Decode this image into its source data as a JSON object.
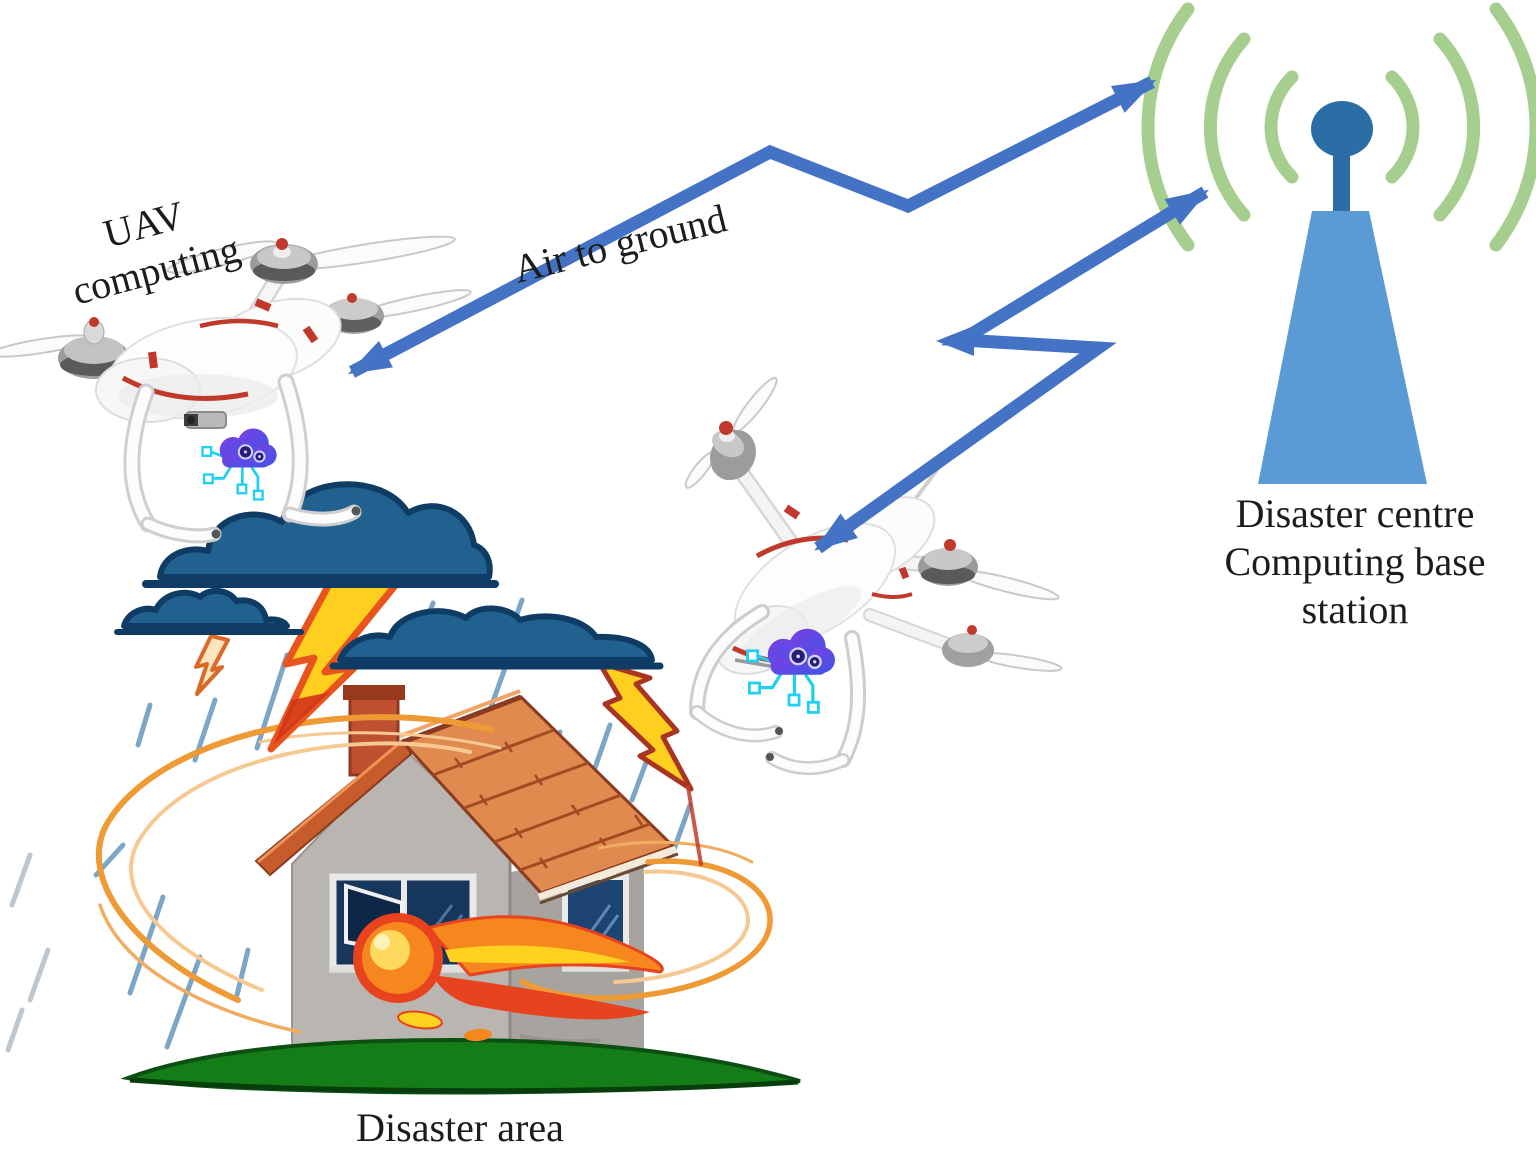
{
  "figure": {
    "labels": {
      "uav": {
        "line1": "UAV",
        "line2": "computing"
      },
      "air_to_ground": "Air to ground",
      "base_station": {
        "line1": "Disaster centre",
        "line2": "Computing base",
        "line3": "station"
      },
      "disaster_area": "Disaster area"
    },
    "links": [
      {
        "from": "uav-computing-drone",
        "to": "disaster-centre-base-station",
        "label": "Air to ground",
        "bidirectional": true
      },
      {
        "from": "relay-uav-drone",
        "to": "disaster-centre-base-station",
        "label": "",
        "bidirectional": true
      }
    ],
    "colors": {
      "arrow": "#4472c4",
      "tower": "#5b9bd5",
      "antenna_top": "#2b6da5",
      "signal_arc": "#a6cf8f",
      "storm_cloud": "#20618f",
      "cloud_outline": "#0f3c64",
      "lightning": "#ffcf1f",
      "lightning_outline": "#e8541d",
      "grass": "#157d17",
      "roof": "#e18a50",
      "wall": "#b9b5b1",
      "window": "#16365c",
      "swirl": "#ee9a35",
      "fire": "#f6871f",
      "compute_cloud": "#5b3fd4",
      "circuit": "#1fd0f2"
    }
  }
}
